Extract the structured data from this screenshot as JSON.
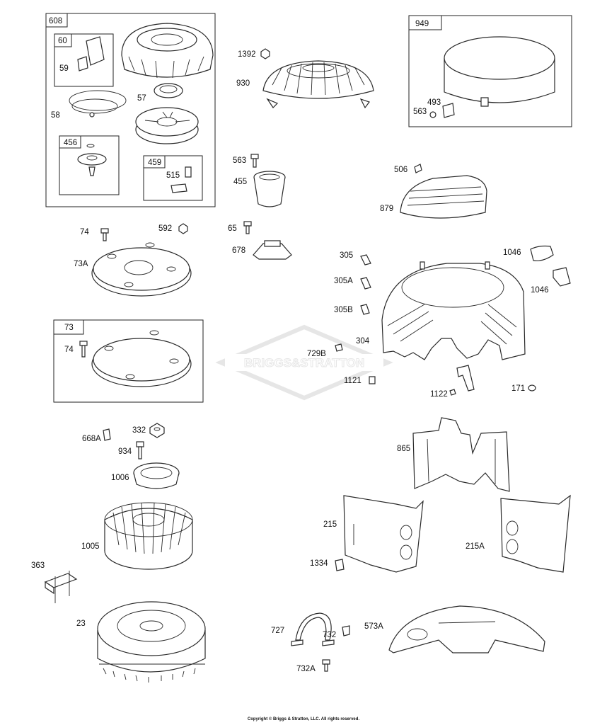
{
  "watermark": "BRIGGS&STRATTON",
  "copyright": "Copyright © Briggs & Stratton, LLC. All rights reserved.",
  "boxes": {
    "b608": "608",
    "b60": "60",
    "b456": "456",
    "b459": "459",
    "b949": "949",
    "b73": "73"
  },
  "labels": {
    "l59": "59",
    "l57": "57",
    "l58": "58",
    "l515": "515",
    "l1392": "1392",
    "l930": "930",
    "l563a": "563",
    "l455": "455",
    "l65": "65",
    "l678": "678",
    "l493": "493",
    "l563b": "563",
    "l506": "506",
    "l879": "879",
    "l74a": "74",
    "l592": "592",
    "l73A": "73A",
    "l74b": "74",
    "l305": "305",
    "l305A": "305A",
    "l305B": "305B",
    "l304": "304",
    "l729B": "729B",
    "l1121": "1121",
    "l1122": "1122",
    "l171": "171",
    "l1046a": "1046",
    "l1046b": "1046",
    "l668A": "668A",
    "l332": "332",
    "l934": "934",
    "l1006": "1006",
    "l1005": "1005",
    "l363": "363",
    "l23": "23",
    "l865": "865",
    "l215": "215",
    "l215A": "215A",
    "l1334": "1334",
    "l727": "727",
    "l732": "732",
    "l573A": "573A",
    "l732A": "732A"
  }
}
